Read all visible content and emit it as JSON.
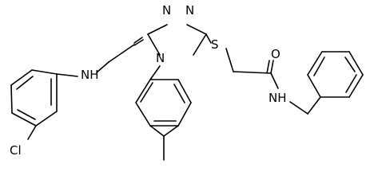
{
  "atoms": {
    "n_top_left": "N",
    "n_top_right": "N",
    "n_ring": "N",
    "s": "S",
    "o": "O",
    "nh_amide": "NH",
    "nh_amine": "NH",
    "cl": "Cl"
  }
}
